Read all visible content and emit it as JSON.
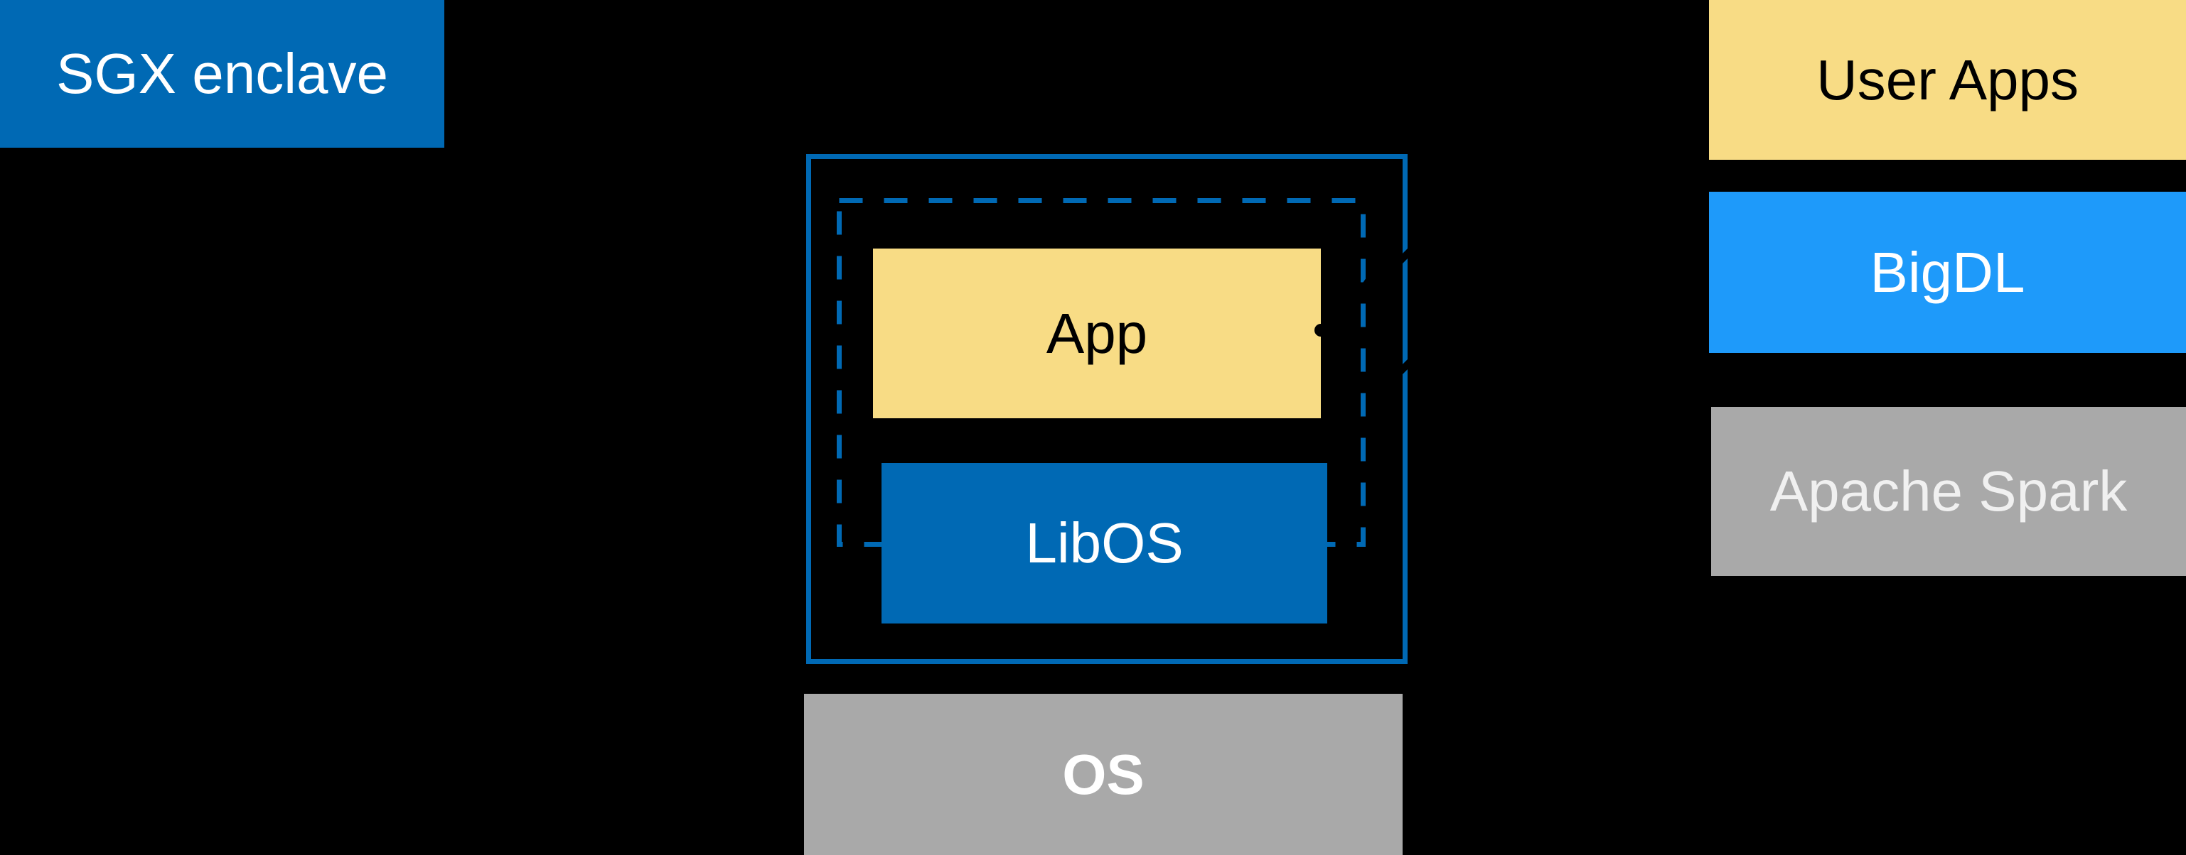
{
  "diagram": {
    "background_color": "#000000",
    "colors": {
      "intel_blue": "#0069B4",
      "light_blue": "#1E9AFA",
      "yellow": "#F8DC85",
      "gray": "#A9A9A9",
      "black": "#000000",
      "white": "#FFFFFF"
    },
    "sgx_enclave": {
      "label": "SGX enclave",
      "fill": "#0069B4",
      "text_color": "#FFFFFF"
    },
    "enclave": {
      "outline_color": "#0069B4",
      "dashed_outline_color": "#0069B4",
      "app": {
        "label": "App",
        "fill": "#F8DC85",
        "text_color": "#000000"
      },
      "libos": {
        "label": "LibOS",
        "fill": "#0069B4",
        "text_color": "#FFFFFF"
      }
    },
    "os": {
      "label": "OS",
      "fill": "#A9A9A9",
      "text_color": "#FFFFFF"
    },
    "stack": {
      "user_apps": {
        "label": "User Apps",
        "fill": "#F8DC85",
        "text_color": "#000000"
      },
      "bigdl": {
        "label": "BigDL",
        "fill": "#1E9AFA",
        "text_color": "#FFFFFF"
      },
      "apache_spark": {
        "label": "Apache Spark",
        "fill": "#A9A9A9",
        "text_color": "#F0F0F0"
      }
    }
  }
}
